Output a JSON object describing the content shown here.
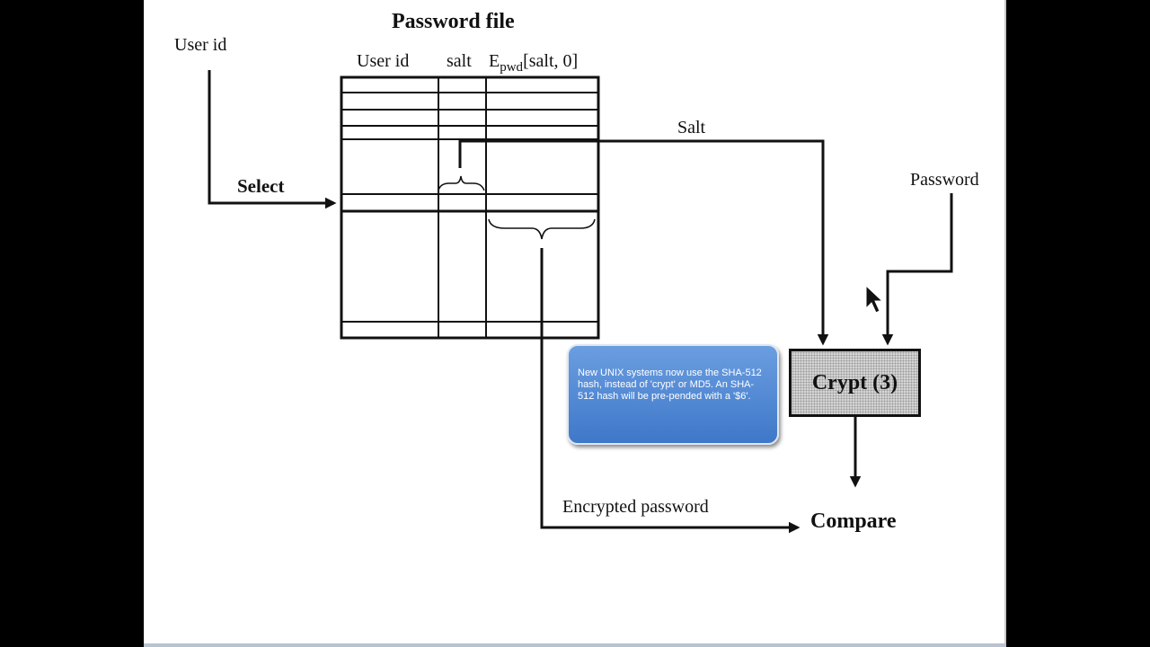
{
  "diagram": {
    "title": "Password file",
    "columns": {
      "user_id": "User id",
      "salt": "salt",
      "epwd_main": "E",
      "epwd_sub": "pwd",
      "epwd_args": "[salt, 0]"
    },
    "user_id_input": "User id",
    "select_label": "Select",
    "salt_label": "Salt",
    "password_label": "Password",
    "crypt_label": "Crypt (3)",
    "encrypted_password_label": "Encrypted password",
    "compare_label": "Compare"
  },
  "callout": {
    "text": "New UNIX systems now use the SHA-512 hash, instead of 'crypt' or MD5. An SHA-512 hash will be pre-pended with a '$6'."
  },
  "colors": {
    "callout_top": "#6b9ee0",
    "callout_bottom": "#3f78c9",
    "crypt_fill": "#d4d4d4",
    "line": "#111111"
  }
}
